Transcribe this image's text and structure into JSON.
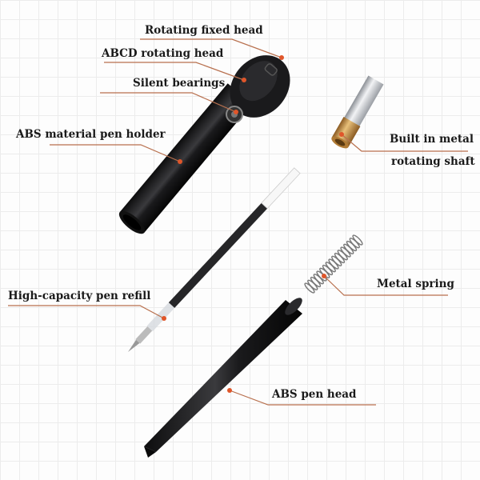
{
  "labels": {
    "rotating_fixed_head": "Rotating fixed head",
    "abcd_rotating_head": "ABCD rotating head",
    "silent_bearings": "Silent bearings",
    "abs_pen_holder": "ABS material pen holder",
    "metal_shaft_line1": "Built in metal",
    "metal_shaft_line2": "rotating shaft",
    "pen_refill": "High-capacity pen refill",
    "metal_spring": "Metal spring",
    "abs_pen_head": "ABS pen head"
  },
  "colors": {
    "leader_line": "#b8704e",
    "marker_dot": "#e0562a",
    "pen_body": "#1c1c1e",
    "brass": "#c8954a",
    "silver": "#c9ccd0"
  }
}
